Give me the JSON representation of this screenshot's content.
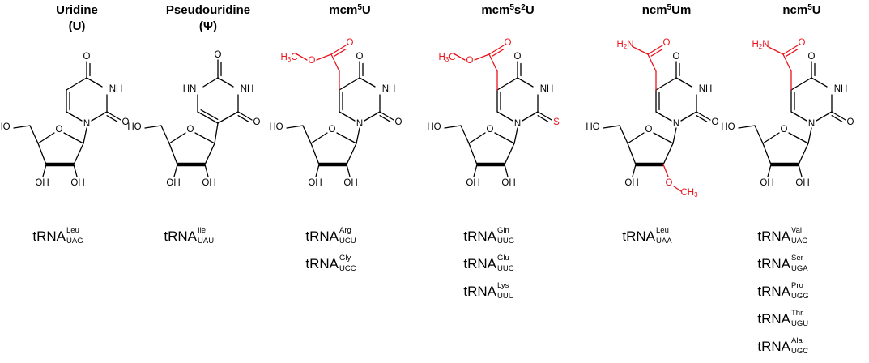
{
  "colors": {
    "ink": "#000000",
    "modification": "#e8141d"
  },
  "compounds": [
    {
      "id": "uridine",
      "title": [
        "Uridine",
        "(U)"
      ],
      "base_orientation": "n1",
      "substituent": null,
      "thio": false,
      "methoxy2": false,
      "trnas": [
        {
          "label": "tRNA",
          "aa": "Leu",
          "anticodon": "UAG"
        }
      ]
    },
    {
      "id": "pseudouridine",
      "title": [
        "Pseudouridine",
        "(Ψ)"
      ],
      "base_orientation": "c5",
      "substituent": null,
      "thio": false,
      "methoxy2": false,
      "trnas": [
        {
          "label": "tRNA",
          "aa": "Ile",
          "anticodon": "UAU"
        }
      ]
    },
    {
      "id": "mcm5u",
      "title": [
        "mcm",
        "5",
        "U"
      ],
      "base_orientation": "n1",
      "substituent": "ester",
      "thio": false,
      "methoxy2": false,
      "trnas": [
        {
          "label": "tRNA",
          "aa": "Arg",
          "anticodon": "UCU"
        },
        {
          "label": "tRNA",
          "aa": "Gly",
          "anticodon": "UCC"
        }
      ]
    },
    {
      "id": "mcm5s2u",
      "title": [
        "mcm",
        "5",
        "s",
        "2",
        "U"
      ],
      "base_orientation": "n1",
      "substituent": "ester",
      "thio": true,
      "methoxy2": false,
      "trnas": [
        {
          "label": "tRNA",
          "aa": "Gln",
          "anticodon": "UUG"
        },
        {
          "label": "tRNA",
          "aa": "Glu",
          "anticodon": "UUC"
        },
        {
          "label": "tRNA",
          "aa": "Lys",
          "anticodon": "UUU"
        }
      ]
    },
    {
      "id": "ncm5um",
      "title": [
        "ncm",
        "5",
        "Um"
      ],
      "base_orientation": "n1",
      "substituent": "amide",
      "thio": false,
      "methoxy2": true,
      "trnas": [
        {
          "label": "tRNA",
          "aa": "Leu",
          "anticodon": "UAA"
        }
      ]
    },
    {
      "id": "ncm5u",
      "title": [
        "ncm",
        "5",
        "U"
      ],
      "base_orientation": "n1",
      "substituent": "amide",
      "thio": false,
      "methoxy2": false,
      "trnas": [
        {
          "label": "tRNA",
          "aa": "Val",
          "anticodon": "UAC"
        },
        {
          "label": "tRNA",
          "aa": "Ser",
          "anticodon": "UGA"
        },
        {
          "label": "tRNA",
          "aa": "Pro",
          "anticodon": "UGG"
        },
        {
          "label": "tRNA",
          "aa": "Thr",
          "anticodon": "UGU"
        },
        {
          "label": "tRNA",
          "aa": "Ala",
          "anticodon": "UGC"
        }
      ]
    }
  ],
  "atoms": {
    "o": "O",
    "nh": "NH",
    "hn": "HN",
    "n": "N",
    "s": "S",
    "ho": "HO",
    "oh": "OH",
    "ester_c": "H",
    "ester_c_sub": "3",
    "ester_c_tail": "C",
    "amide_h": "H",
    "amide_h_sub": "2",
    "amide_n": "N",
    "methyl_c": "CH",
    "methyl_sub": "3"
  }
}
